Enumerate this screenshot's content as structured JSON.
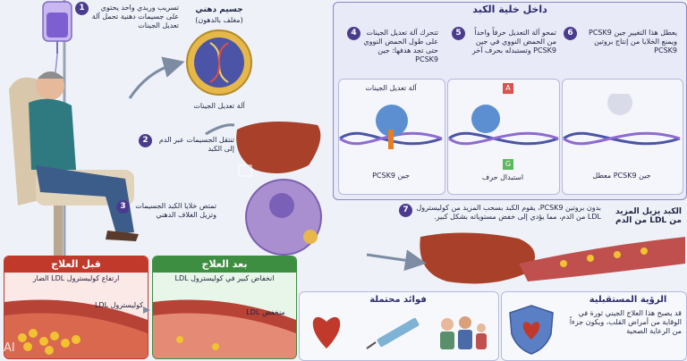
{
  "steps": {
    "s1": {
      "num": "1",
      "text": "تسريب وريدي واحد يحتوي على جسيمات دهنية تحمل آلة تعديل الجينات"
    },
    "s2": {
      "num": "2",
      "text": "تنتقل الجسيمات عبر الدم إلى الكبد"
    },
    "s3": {
      "num": "3",
      "text": "تمتص خلايا الكبد الجسيمات وتزيل الغلاف الدهني"
    },
    "s4": {
      "num": "4",
      "text": "تتحرك آلة تعديل الجينات على طول الحمض النووي حتى تجد هدفها: جين PCSK9"
    },
    "s5": {
      "num": "5",
      "text": "تمحو آلة التعديل حرفاً واحداً من الحمض النووي في جين PCSK9 وتستبدله بحرف آخر"
    },
    "s6": {
      "num": "6",
      "text": "يعطل هذا التغيير جين PCSK9 ويمنع الخلايا من إنتاج بروتين PCSK9"
    },
    "s7": {
      "num": "7",
      "text": "بدون بروتين PCSK9، يقوم الكبد بسحب المزيد من كوليسترول LDL من الدم، مما يؤدي إلى خفض مستوياته بشكل كبير."
    }
  },
  "lipid": {
    "title": "جسيم دهني",
    "subtitle": "(مغلف بالدهون)",
    "caption": "آلة تعديل الجينات"
  },
  "cell_panel": {
    "title": "داخل خلية الكبد"
  },
  "dna": {
    "editor_label": "آلة تعديل الجينات",
    "gene_label": "جين PCSK9",
    "swap_label": "استبدال حرف",
    "disabled_label": "جين PCSK9 معطل",
    "letter_old": "A",
    "letter_new": "G"
  },
  "liver_side": {
    "text": "الكبد يزيل المزيد من LDL من الدم"
  },
  "before": {
    "title": "قبل العلاج",
    "subtitle": "ارتفاع كوليسترول LDL الضار",
    "label": "كوليسترول LDL"
  },
  "after": {
    "title": "بعد العلاج",
    "subtitle": "انخفاض كبير في كوليسترول LDL",
    "label": "منخفض LDL"
  },
  "benefits": {
    "title": "فوائد محتملة"
  },
  "future": {
    "title": "الرؤية المستقبلية",
    "text": "قد يصبح هذا العلاج الجيني ثورة في الوقاية من أمراض القلب، ويكون جزءاً من الرعاية الصحية"
  },
  "watermark": "AI",
  "colors": {
    "accent": "#4b3b8f",
    "before": "#c0392b",
    "after": "#3e8e41",
    "liver": "#a8402a"
  }
}
